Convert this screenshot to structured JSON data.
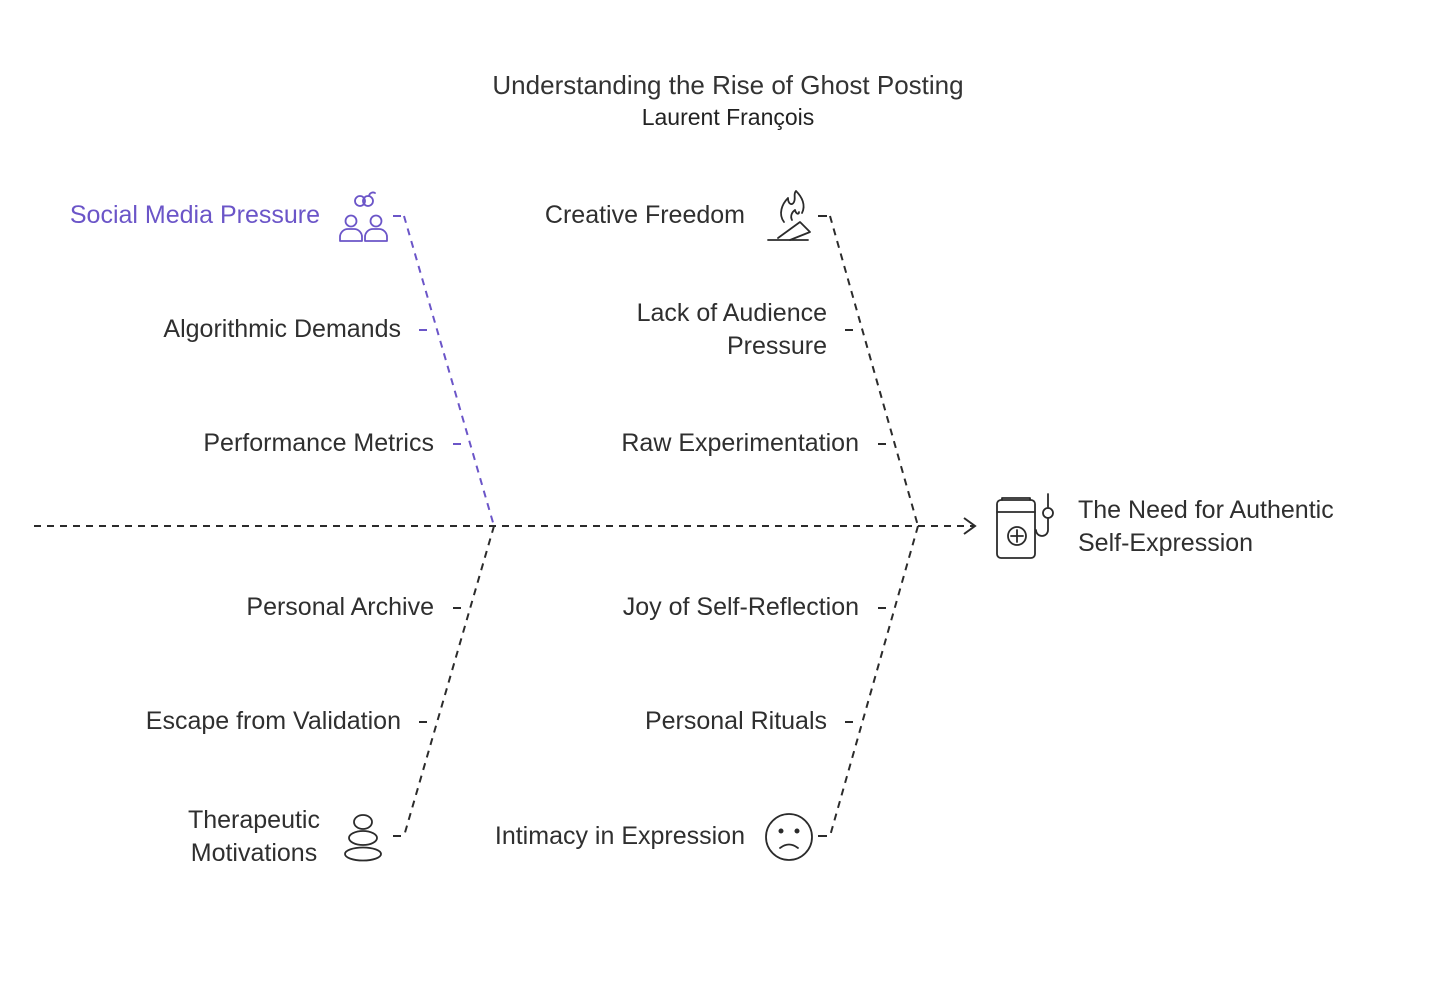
{
  "title": "Understanding the Rise of Ghost Posting",
  "subtitle": "Laurent François",
  "effect": {
    "line1": "The Need for Authentic",
    "line2": "Self-Expression",
    "icon": "book-hook-icon"
  },
  "causes": {
    "top_left": [
      {
        "label": "Social Media Pressure",
        "icon": "people-link-icon",
        "highlight": true
      },
      {
        "label": "Algorithmic Demands"
      },
      {
        "label": "Performance Metrics"
      }
    ],
    "top_right": [
      {
        "label": "Creative Freedom",
        "icon": "fire-hand-icon"
      },
      {
        "line1": "Lack of Audience",
        "line2": "Pressure"
      },
      {
        "label": "Raw Experimentation"
      }
    ],
    "bottom_left": [
      {
        "label": "Personal Archive"
      },
      {
        "label": "Escape from Validation"
      },
      {
        "line1": "Therapeutic",
        "line2": "Motivations",
        "icon": "stacked-stones-icon"
      }
    ],
    "bottom_right": [
      {
        "label": "Joy of Self-Reflection"
      },
      {
        "label": "Personal Rituals"
      },
      {
        "label": "Intimacy in Expression",
        "icon": "sad-face-icon"
      }
    ]
  },
  "colors": {
    "line": "#2b2b2b",
    "highlight": "#6b55c8",
    "text": "#2f2f2f"
  }
}
